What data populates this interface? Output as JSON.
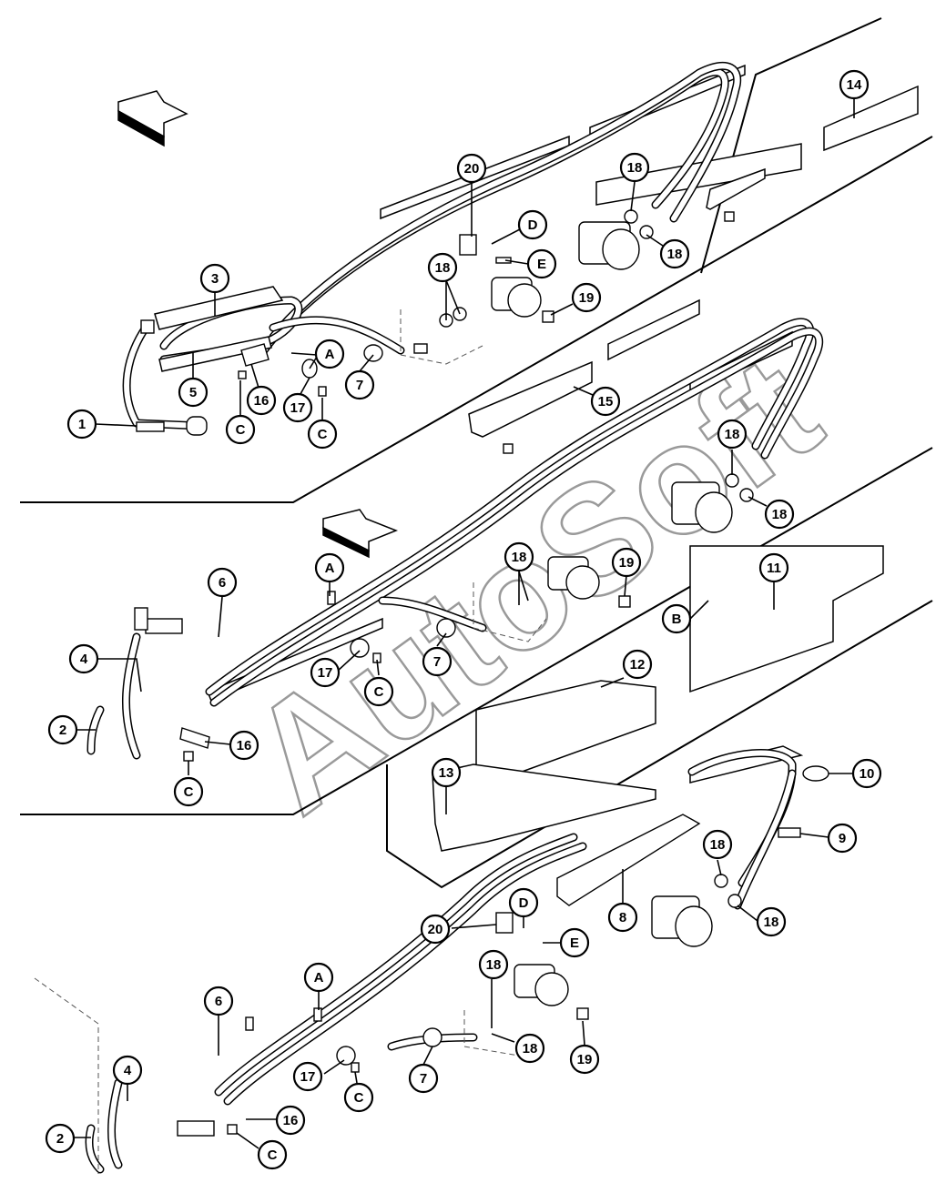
{
  "watermark": "AutoSoft",
  "callouts": [
    {
      "id": "c1",
      "label": "1"
    },
    {
      "id": "c3",
      "label": "3"
    },
    {
      "id": "c5",
      "label": "5"
    },
    {
      "id": "c16a",
      "label": "16"
    },
    {
      "id": "cCa",
      "label": "C"
    },
    {
      "id": "cAa",
      "label": "A"
    },
    {
      "id": "c17a",
      "label": "17"
    },
    {
      "id": "cCb",
      "label": "C"
    },
    {
      "id": "c7a",
      "label": "7"
    },
    {
      "id": "c20a",
      "label": "20"
    },
    {
      "id": "cDa",
      "label": "D"
    },
    {
      "id": "cEa",
      "label": "E"
    },
    {
      "id": "c18a",
      "label": "18"
    },
    {
      "id": "c19a",
      "label": "19"
    },
    {
      "id": "c18b",
      "label": "18"
    },
    {
      "id": "c18c",
      "label": "18"
    },
    {
      "id": "c14",
      "label": "14"
    },
    {
      "id": "c15",
      "label": "15"
    },
    {
      "id": "c18d",
      "label": "18"
    },
    {
      "id": "c18e",
      "label": "18"
    },
    {
      "id": "c6a",
      "label": "6"
    },
    {
      "id": "c4a",
      "label": "4"
    },
    {
      "id": "c2a",
      "label": "2"
    },
    {
      "id": "cAb",
      "label": "A"
    },
    {
      "id": "c17b",
      "label": "17"
    },
    {
      "id": "cCc",
      "label": "C"
    },
    {
      "id": "c7b",
      "label": "7"
    },
    {
      "id": "c18f",
      "label": "18"
    },
    {
      "id": "c19b",
      "label": "19"
    },
    {
      "id": "c16b",
      "label": "16"
    },
    {
      "id": "cCd",
      "label": "C"
    },
    {
      "id": "cB",
      "label": "B"
    },
    {
      "id": "c11",
      "label": "11"
    },
    {
      "id": "c12",
      "label": "12"
    },
    {
      "id": "c13",
      "label": "13"
    },
    {
      "id": "c10",
      "label": "10"
    },
    {
      "id": "c9",
      "label": "9"
    },
    {
      "id": "c18g",
      "label": "18"
    },
    {
      "id": "c18h",
      "label": "18"
    },
    {
      "id": "c8",
      "label": "8"
    },
    {
      "id": "cDb",
      "label": "D"
    },
    {
      "id": "c20b",
      "label": "20"
    },
    {
      "id": "cEb",
      "label": "E"
    },
    {
      "id": "cAc",
      "label": "A"
    },
    {
      "id": "c18i",
      "label": "18"
    },
    {
      "id": "c6b",
      "label": "6"
    },
    {
      "id": "c18j",
      "label": "18"
    },
    {
      "id": "c19c",
      "label": "19"
    },
    {
      "id": "c4b",
      "label": "4"
    },
    {
      "id": "c17c",
      "label": "17"
    },
    {
      "id": "cCe",
      "label": "C"
    },
    {
      "id": "c7c",
      "label": "7"
    },
    {
      "id": "c2b",
      "label": "2"
    },
    {
      "id": "c16c",
      "label": "16"
    },
    {
      "id": "cCf",
      "label": "C"
    }
  ]
}
